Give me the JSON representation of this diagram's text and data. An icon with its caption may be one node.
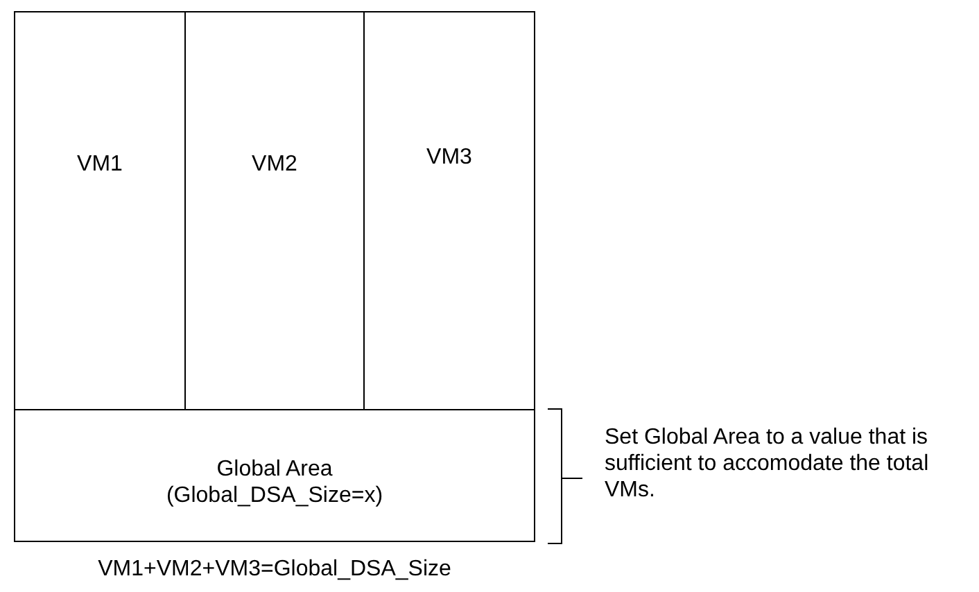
{
  "diagram": {
    "nodes": [
      {
        "text": [
          "VM1"
        ]
      },
      {
        "text": [
          "VM2"
        ]
      },
      {
        "text": [
          "VM3"
        ]
      },
      {
        "text": [
          "Global Area",
          "(Global_DSA_Size=x)"
        ]
      }
    ],
    "labels": [
      "Set Global Area to a value that is sufficient to accomodate the total VMs.",
      "VM1+VM2+VM3=Global_DSA_Size"
    ]
  }
}
